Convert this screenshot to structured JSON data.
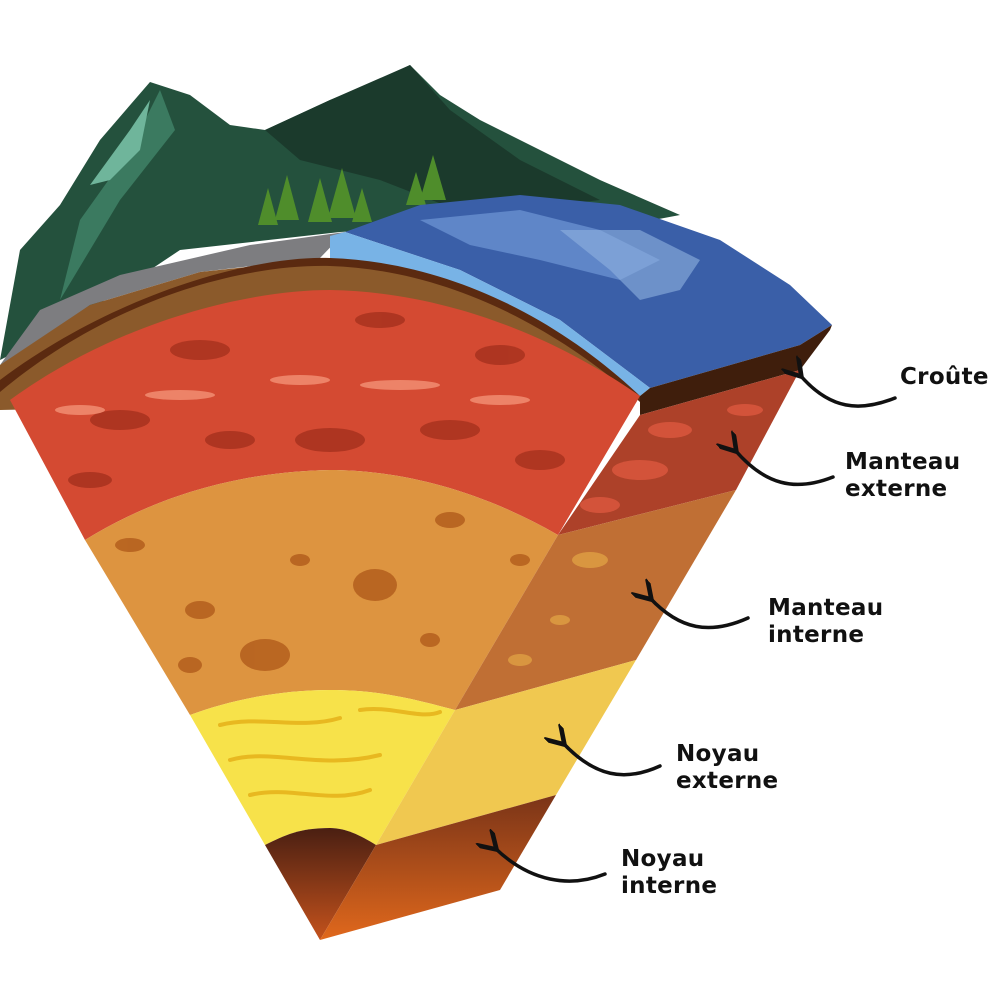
{
  "labels": {
    "crust": "Croûte",
    "outer_mantle": [
      "Manteau",
      "externe"
    ],
    "inner_mantle": [
      "Manteau",
      "interne"
    ],
    "outer_core": [
      "Noyau",
      "externe"
    ],
    "inner_core": [
      "Noyau",
      "interne"
    ]
  },
  "colors": {
    "crust": "#8b5a2b",
    "outer_mantle": "#d44a32",
    "inner_mantle": "#dd9440",
    "outer_core": "#f7e24a",
    "inner_core": "#7a3418",
    "ocean": "#3a5fa8",
    "mountains": "#24513d"
  }
}
